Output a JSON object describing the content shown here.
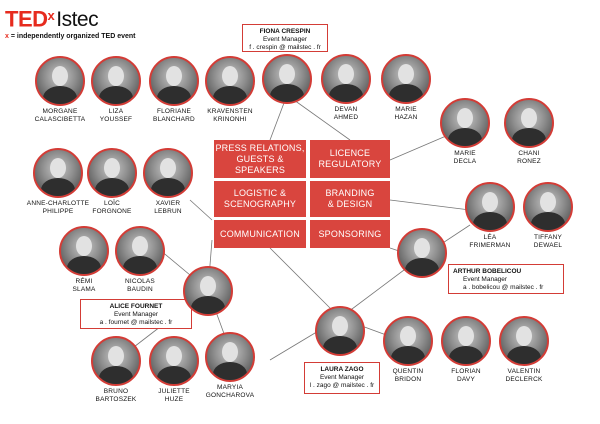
{
  "header": {
    "brand_ted": "TED",
    "brand_x": "x",
    "brand_name": "Istec",
    "tagline_x": "x",
    "tagline": " = independently organized TED event"
  },
  "departments": [
    {
      "id": "press",
      "line1": "PRESS RELATIONS,",
      "line2": "GUESTS & SPEAKERS"
    },
    {
      "id": "licence",
      "line1": "LICENCE",
      "line2": "REGULATORY"
    },
    {
      "id": "logistic",
      "line1": "LOGISTIC &",
      "line2": "SCENOGRAPHY"
    },
    {
      "id": "branding",
      "line1": "BRANDING",
      "line2": "& DESIGN"
    },
    {
      "id": "communication",
      "line1": "COMMUNICATION",
      "line2": ""
    },
    {
      "id": "sponsoring",
      "line1": "SPONSORING",
      "line2": ""
    }
  ],
  "managers": [
    {
      "id": "fiona",
      "name": "FIONA CRESPIN",
      "role": "Event Manager",
      "email": "f . crespin @ mailstec . fr"
    },
    {
      "id": "alice",
      "name": "ALICE FOURNET",
      "role": "Event Manager",
      "email": "a . fournet @ mailstec . fr"
    },
    {
      "id": "laura",
      "name": "LAURA ZAGO",
      "role": "Event Manager",
      "email": "l . zago @ mailstec . fr"
    },
    {
      "id": "arthur",
      "name": "ARTHUR BOBELICOU",
      "role": "Event Manager",
      "email": "a . bobelicou @ mailstec . fr"
    }
  ],
  "people": [
    {
      "id": "morgane",
      "first": "MORGANE",
      "last": "CALASCIBETTA"
    },
    {
      "id": "liza",
      "first": "LIZA",
      "last": "YOUSSEF"
    },
    {
      "id": "floriane",
      "first": "FLORIANE",
      "last": "BLANCHARD"
    },
    {
      "id": "kravensten",
      "first": "KRAVENSTEN",
      "last": "KRINONHI"
    },
    {
      "id": "devan",
      "first": "DEVAN",
      "last": "AHMED"
    },
    {
      "id": "marie-h",
      "first": "MARIE",
      "last": "HAZAN"
    },
    {
      "id": "marie-d",
      "first": "MARIE",
      "last": "DECLA"
    },
    {
      "id": "chani",
      "first": "CHANI",
      "last": "RONEZ"
    },
    {
      "id": "anne",
      "first": "ANNE-CHARLOTTE",
      "last": "PHILIPPE"
    },
    {
      "id": "loic",
      "first": "LOÏC",
      "last": "FORGNONE"
    },
    {
      "id": "xavier",
      "first": "XAVIER",
      "last": "LEBRUN"
    },
    {
      "id": "lea",
      "first": "LÉA",
      "last": "FRIMERMAN"
    },
    {
      "id": "tiffany",
      "first": "TIFFANY",
      "last": "DEWAEL"
    },
    {
      "id": "remi",
      "first": "RÉMI",
      "last": "SLAMA"
    },
    {
      "id": "nicolas",
      "first": "NICOLAS",
      "last": "BAUDIN"
    },
    {
      "id": "quentin",
      "first": "QUENTIN",
      "last": "BRIDON"
    },
    {
      "id": "florian",
      "first": "FLORIAN",
      "last": "DAVY"
    },
    {
      "id": "valentin",
      "first": "VALENTIN",
      "last": "DECLERCK"
    },
    {
      "id": "bruno",
      "first": "BRUNO",
      "last": "BARTOSZEK"
    },
    {
      "id": "juliette",
      "first": "JULIETTE",
      "last": "HUZE"
    },
    {
      "id": "maryia",
      "first": "MARYIA",
      "last": "GONCHAROVA"
    }
  ],
  "colors": {
    "accent": "#d9453e",
    "ring": "#d33c36",
    "line": "#777777"
  }
}
